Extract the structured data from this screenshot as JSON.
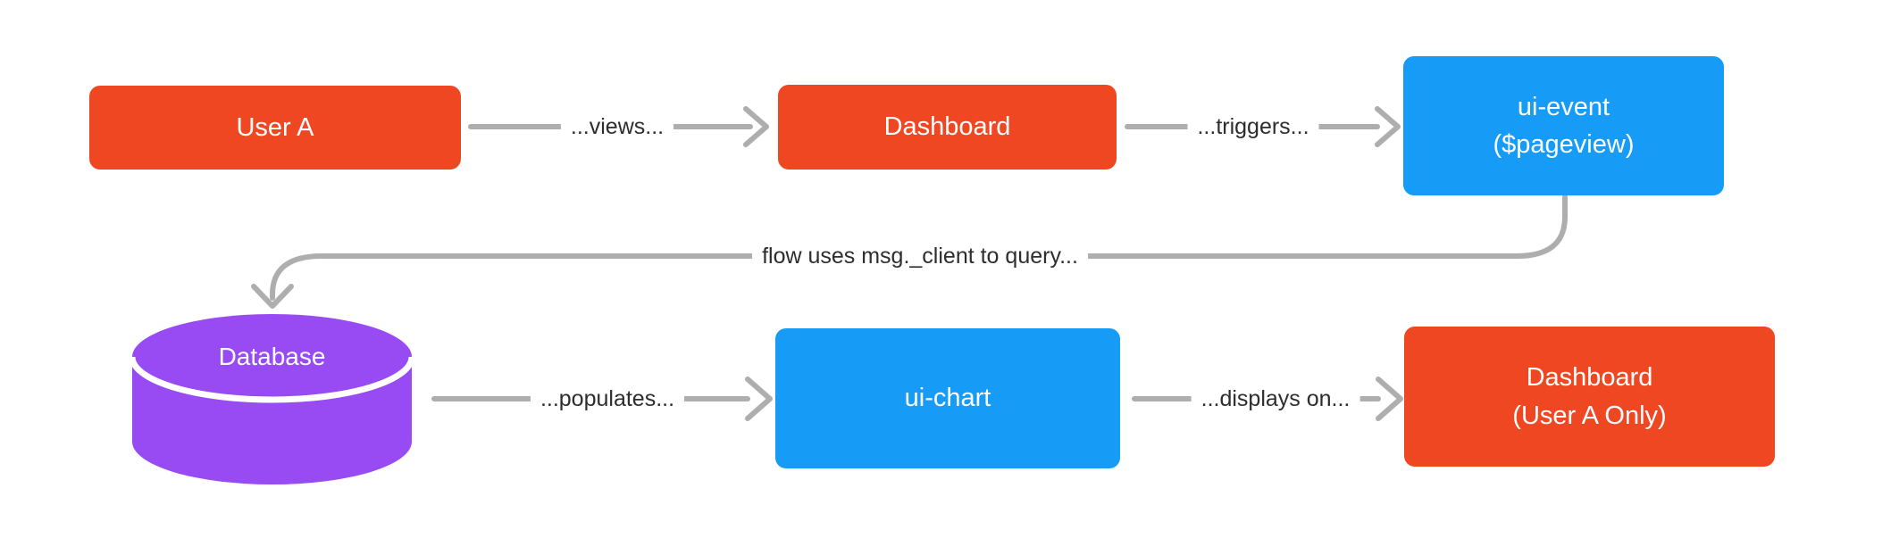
{
  "diagram": {
    "title": "flow diagram",
    "colors": {
      "canvas_bg": "#ffffff",
      "node_orange": "#F04723",
      "node_blue": "#169BF7",
      "node_purple": "#984BF3",
      "connector_gray": "#AEAEAE",
      "edge_label_color": "#2D2D2D",
      "node_label_color": "#ffffff"
    },
    "nodes": {
      "user_a": {
        "label": "User A",
        "shape": "rounded-rect",
        "color": "#F04723"
      },
      "dashboard": {
        "label": "Dashboard",
        "shape": "rounded-rect",
        "color": "#F04723"
      },
      "ui_event": {
        "line1": "ui-event",
        "line2": "($pageview)",
        "shape": "rounded-rect",
        "color": "#169BF7"
      },
      "database": {
        "label": "Database",
        "shape": "cylinder",
        "color": "#984BF3"
      },
      "ui_chart": {
        "label": "ui-chart",
        "shape": "rounded-rect",
        "color": "#169BF7"
      },
      "dashboard_user_a": {
        "line1": "Dashboard",
        "line2": "(User A Only)",
        "shape": "rounded-rect",
        "color": "#F04723"
      }
    },
    "edges": {
      "views": {
        "from": "user_a",
        "to": "dashboard",
        "label": "...views..."
      },
      "triggers": {
        "from": "dashboard",
        "to": "ui_event",
        "label": "...triggers..."
      },
      "query": {
        "from": "ui_event",
        "to": "database",
        "label": "flow uses msg._client to query..."
      },
      "populates": {
        "from": "database",
        "to": "ui_chart",
        "label": "...populates..."
      },
      "displays": {
        "from": "ui_chart",
        "to": "dashboard_user_a",
        "label": "...displays on..."
      }
    }
  }
}
